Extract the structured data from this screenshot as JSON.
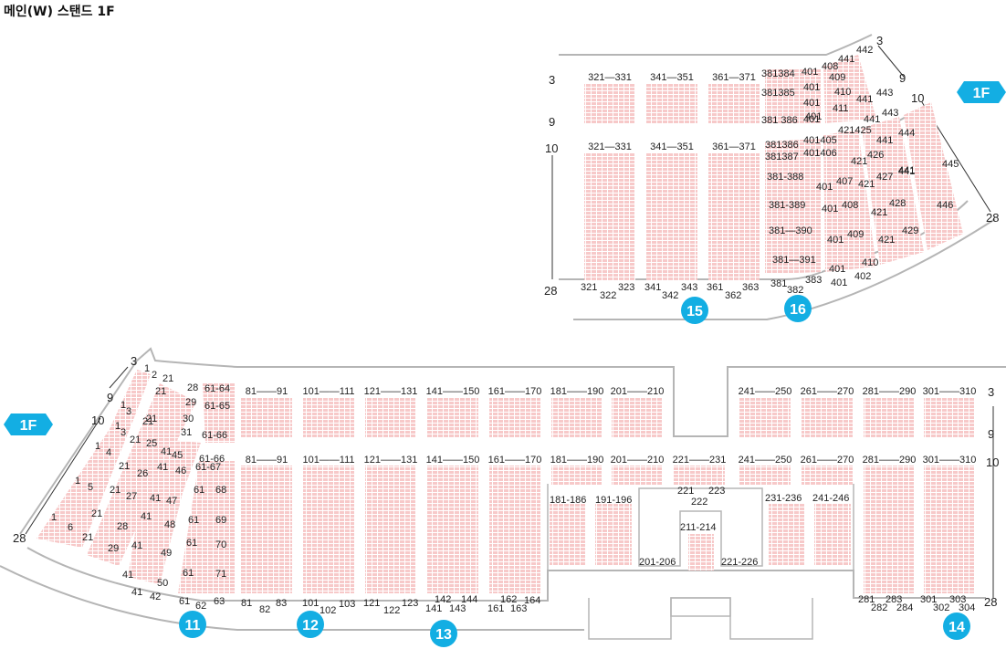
{
  "title": "메인(W) 스탠드 1F",
  "floor_tags": [
    "1F",
    "1F"
  ],
  "colors": {
    "seat": "#f7c9c9",
    "seat_line": "#ffffff",
    "outline": "#b5b5b5",
    "gate": "#13aee3",
    "text": "#222222"
  },
  "upper": {
    "blocks_top": [
      "321—331",
      "341—351",
      "361—371"
    ],
    "blocks_main": [
      "321—331",
      "341—351",
      "361—371"
    ],
    "row_marks": [
      "3",
      "9",
      "10",
      "28"
    ],
    "wedge_labels": [
      "381384",
      "401",
      "408",
      "441",
      "442",
      "381385",
      "401",
      "409",
      "401",
      "410",
      "441",
      "443",
      "401",
      "411",
      "381 386",
      "401",
      "441",
      "443",
      "421425",
      "381386",
      "401405",
      "441",
      "444",
      "381387",
      "401406",
      "421",
      "426",
      "445",
      "441",
      "381-388",
      "401",
      "407",
      "421",
      "427",
      "441",
      "381-389",
      "401",
      "408",
      "421",
      "428",
      "446",
      "381—390",
      "401",
      "409",
      "421",
      "429",
      "381—391",
      "401",
      "410",
      "402",
      "401"
    ],
    "bottom_labels": [
      "321",
      "323",
      "322",
      "341",
      "343",
      "342",
      "361",
      "363",
      "362",
      "381",
      "383",
      "382"
    ],
    "edge_marks": [
      "3",
      "9",
      "10",
      "28"
    ],
    "gates": [
      "15",
      "16"
    ]
  },
  "lower": {
    "row_marks": [
      "3",
      "9",
      "10",
      "28"
    ],
    "blocks_top": [
      "81——91",
      "101——111",
      "121——131",
      "141——150",
      "161——170",
      "181——190",
      "201——210",
      "241——250",
      "261——270",
      "281——290",
      "301——310"
    ],
    "blocks_main": [
      "81——91",
      "101——111",
      "121——131",
      "141——150",
      "161——170",
      "181——190",
      "201——210",
      "221——231",
      "241——250",
      "261——270",
      "281——290",
      "301——310"
    ],
    "middle_labels": [
      "221",
      "223",
      "222",
      "181-186",
      "191-196",
      "231-236",
      "241-246",
      "211-214",
      "201-206",
      "221-226"
    ],
    "wedge_labels": [
      "1",
      "2",
      "21",
      "28",
      "61-64",
      "21",
      "29",
      "61-65",
      "1",
      "3",
      "21",
      "30",
      "21",
      "31",
      "61-66",
      "1",
      "3",
      "21",
      "25",
      "41",
      "45",
      "61-66",
      "1",
      "4",
      "41",
      "46",
      "61-67",
      "21",
      "26",
      "1",
      "5",
      "21",
      "27",
      "41",
      "47",
      "61",
      "68",
      "21",
      "28",
      "41",
      "48",
      "1",
      "6",
      "61",
      "69",
      "21",
      "29",
      "41",
      "49",
      "61",
      "70",
      "41",
      "50",
      "61",
      "71",
      "41",
      "42"
    ],
    "bottom_labels": [
      "61",
      "63",
      "62",
      "81",
      "83",
      "82",
      "101",
      "103",
      "102",
      "121",
      "123",
      "122",
      "142",
      "144",
      "141",
      "143",
      "162",
      "164",
      "161",
      "163",
      "281",
      "283",
      "282",
      "284",
      "301",
      "303",
      "302",
      "304"
    ],
    "left_edge_marks": [
      "3",
      "9",
      "10",
      "28"
    ],
    "gates": [
      "11",
      "12",
      "13",
      "14"
    ]
  }
}
